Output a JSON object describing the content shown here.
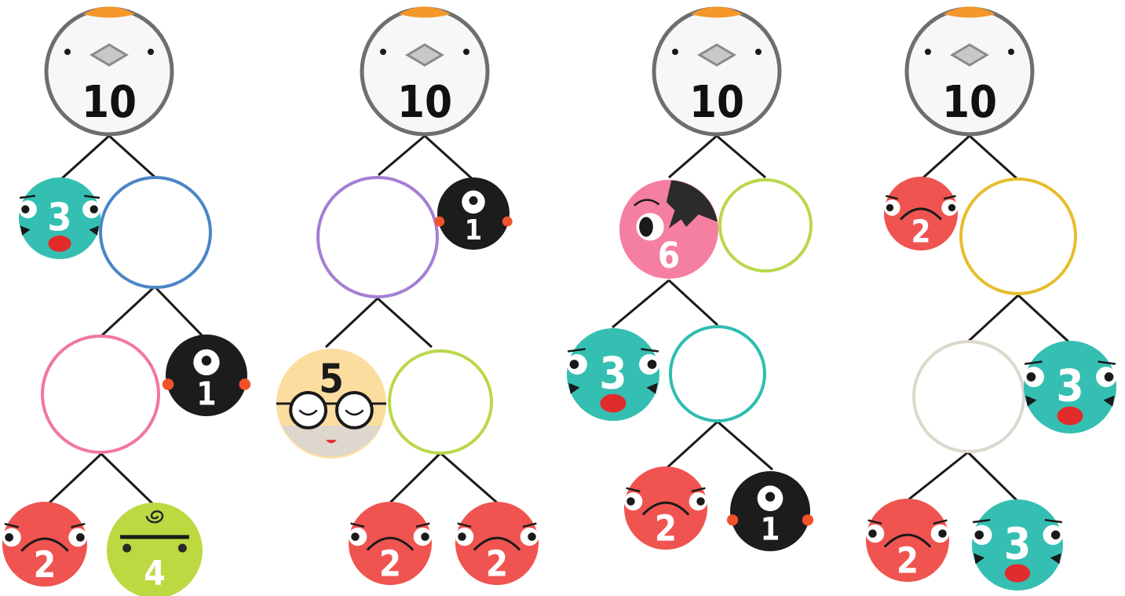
{
  "trees": [
    {
      "root": {
        "value": "10"
      },
      "blank_rings": [
        "#4a86c6",
        "#f176a0"
      ],
      "creatures": [
        {
          "value": "3",
          "type": "teal-cat"
        },
        {
          "value": "1",
          "type": "black-cyclops"
        },
        {
          "value": "2",
          "type": "red-frown"
        },
        {
          "value": "4",
          "type": "green-spiral"
        }
      ]
    },
    {
      "root": {
        "value": "10"
      },
      "blank_rings": [
        "#a47fd3",
        "#b9d84a"
      ],
      "creatures": [
        {
          "value": "1",
          "type": "black-cyclops"
        },
        {
          "value": "5",
          "type": "sleepy-glasses"
        },
        {
          "value": "2",
          "type": "red-frown"
        },
        {
          "value": "2",
          "type": "red-frown"
        }
      ]
    },
    {
      "root": {
        "value": "10"
      },
      "blank_rings": [
        "#b9d84a",
        "#2fbdb0"
      ],
      "creatures": [
        {
          "value": "6",
          "type": "pink-split"
        },
        {
          "value": "3",
          "type": "teal-cat"
        },
        {
          "value": "2",
          "type": "red-frown"
        },
        {
          "value": "1",
          "type": "black-cyclops"
        }
      ]
    },
    {
      "root": {
        "value": "10"
      },
      "blank_rings": [
        "#e6be2e",
        "#ddd7cd"
      ],
      "creatures": [
        {
          "value": "2",
          "type": "red-frown"
        },
        {
          "value": "3",
          "type": "teal-cat"
        },
        {
          "value": "2",
          "type": "red-frown"
        },
        {
          "value": "3",
          "type": "teal-cat"
        }
      ]
    }
  ],
  "colors": {
    "line": "#1a1a1a",
    "root_border": "#6e6e6e",
    "root_fill": "#f7f7f7",
    "beak": "#f5962b",
    "teal": "#35bfb2",
    "red": "#ef5450",
    "black": "#1c1c1c",
    "green": "#bcd942",
    "pink": "#f47fa1",
    "sleepy": "#fbdda0"
  }
}
